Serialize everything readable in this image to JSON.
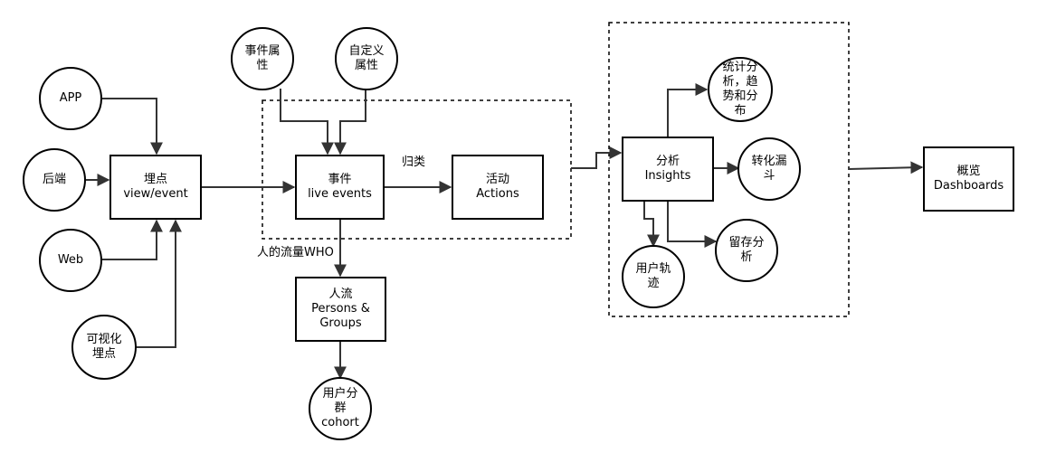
{
  "nodes": {
    "app": "APP",
    "backend": "后端",
    "web": "Web",
    "visual_tracking": "可视化\n埋点",
    "tracking": "埋点\nview/event",
    "event_props": "事件属\n性",
    "custom_props": "自定义\n属性",
    "events": "事件\nlive events",
    "actions": "活动\nActions",
    "persons": "人流\nPersons &\nGroups",
    "cohort": "用户分\n群\ncohort",
    "insights": "分析\nInsights",
    "stats": "统计分\n析，趋\n势和分\n布",
    "funnel": "转化漏\n斗",
    "paths": "用户轨\n迹",
    "retention": "留存分\n析",
    "dashboards": "概览\nDashboards"
  },
  "edge_labels": {
    "classify": "归类",
    "who": "人的流量WHO"
  }
}
